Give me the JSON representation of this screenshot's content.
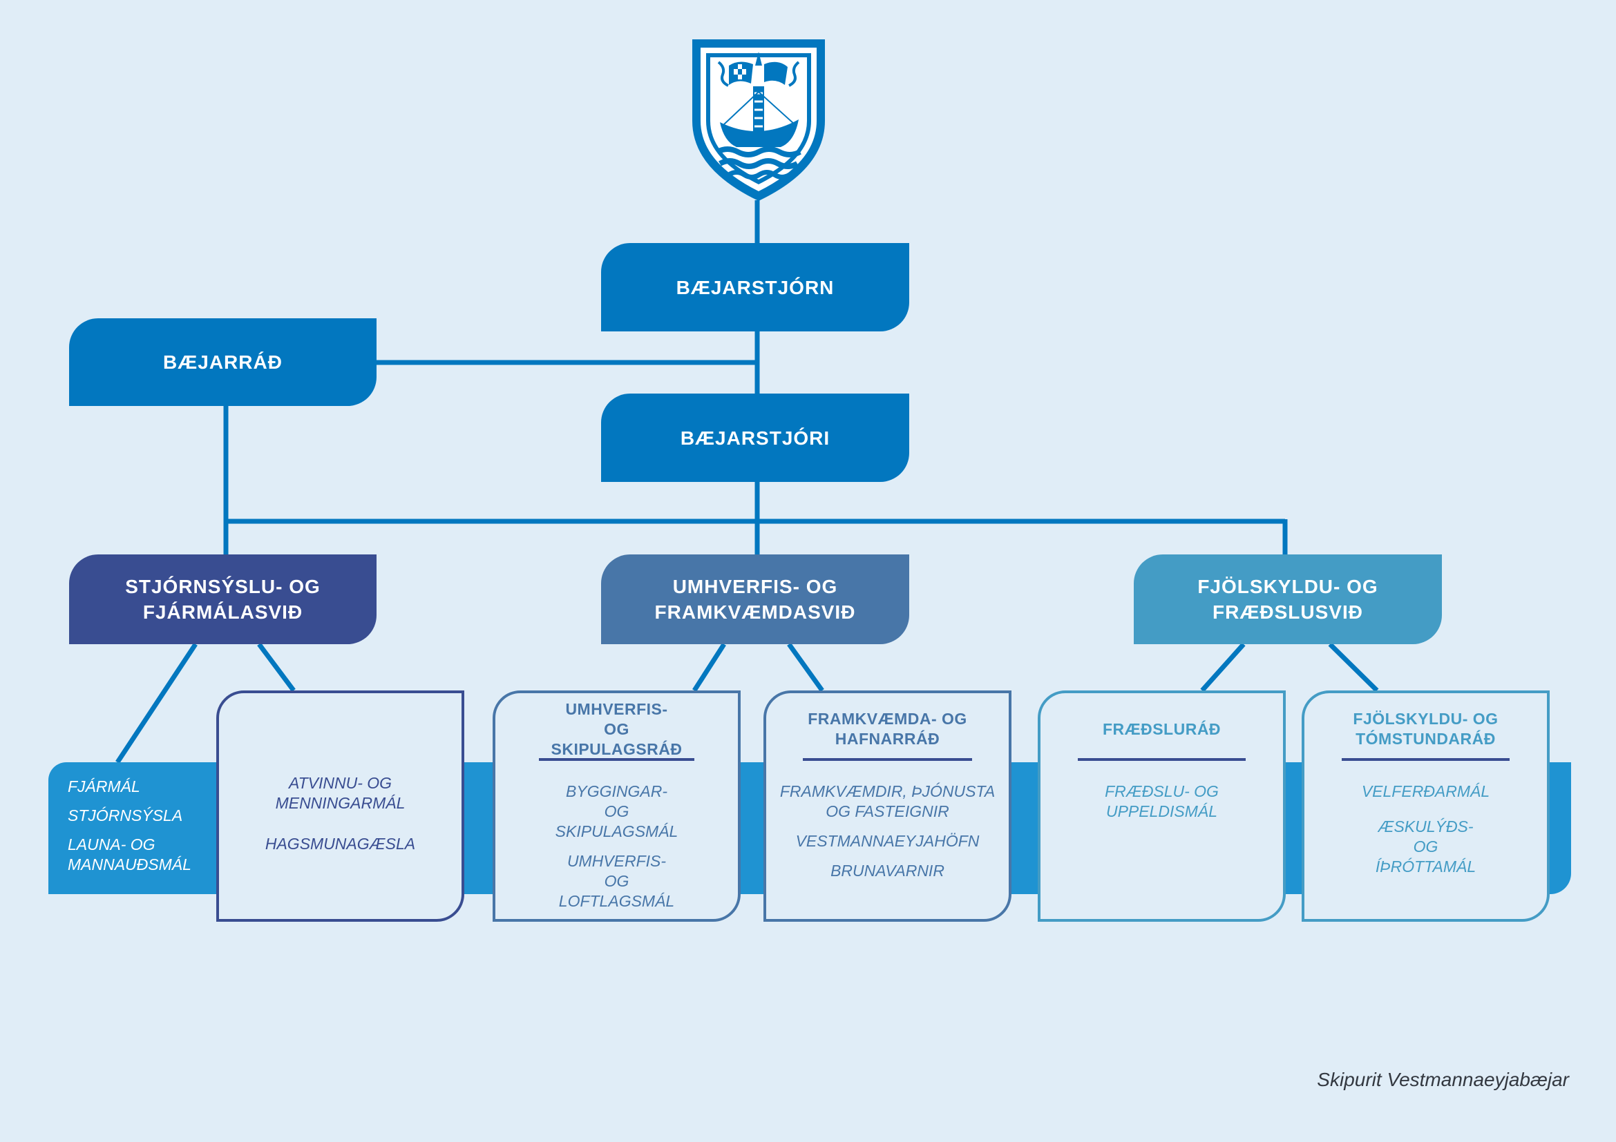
{
  "title": "Skipurit Vestmannaeyjabæjar",
  "colors": {
    "background": "#e0edf7",
    "primary": "#0277bf",
    "admin_division": "#394d91",
    "environment_division": "#4876a8",
    "family_division": "#449cc5",
    "band": "#1f93d2"
  },
  "logo": {
    "icon": "municipal-coat-of-arms-icon"
  },
  "top": {
    "council": "BÆJARSTJÓRN",
    "town_board": "BÆJARRÁÐ",
    "mayor": "BÆJARSTJÓRI"
  },
  "divisions": [
    {
      "line1": "STJÓRNSÝSLU- OG",
      "line2": "FJÁRMÁLASVIÐ",
      "band_items": [
        "FJÁRMÁL",
        "STJÓRNSÝSLA",
        "LAUNA- OG MANNAUÐSMÁL"
      ],
      "cards": [
        {
          "title": "",
          "items": [
            "ATVINNU- OG MENNINGARMÁL",
            "HAGSMUNAGÆSLA"
          ]
        }
      ]
    },
    {
      "line1": "UMHVERFIS- OG",
      "line2": "FRAMKVÆMDASVIÐ",
      "cards": [
        {
          "title": "UMHVERFIS- OG SKIPULAGSRÁÐ",
          "items": [
            "BYGGINGAR- OG SKIPULAGSMÁL",
            "UMHVERFIS- OG LOFTLAGSMÁL"
          ]
        },
        {
          "title": "FRAMKVÆMDA- OG HAFNARRÁÐ",
          "items": [
            "FRAMKVÆMDIR, ÞJÓNUSTA OG FASTEIGNIR",
            "VESTMANNAEYJAHÖFN",
            "BRUNAVARNIR"
          ]
        }
      ]
    },
    {
      "line1": "FJÖLSKYLDU- OG",
      "line2": "FRÆÐSLUSVIÐ",
      "cards": [
        {
          "title": "FRÆÐSLURÁÐ",
          "items": [
            "FRÆÐSLU- OG UPPELDISMÁL"
          ]
        },
        {
          "title": "FJÖLSKYLDU- OG TÓMSTUNDARÁÐ",
          "items": [
            "VELFERÐARMÁL",
            "ÆSKULÝÐS- OG ÍÞRÓTTAMÁL"
          ]
        }
      ]
    }
  ]
}
